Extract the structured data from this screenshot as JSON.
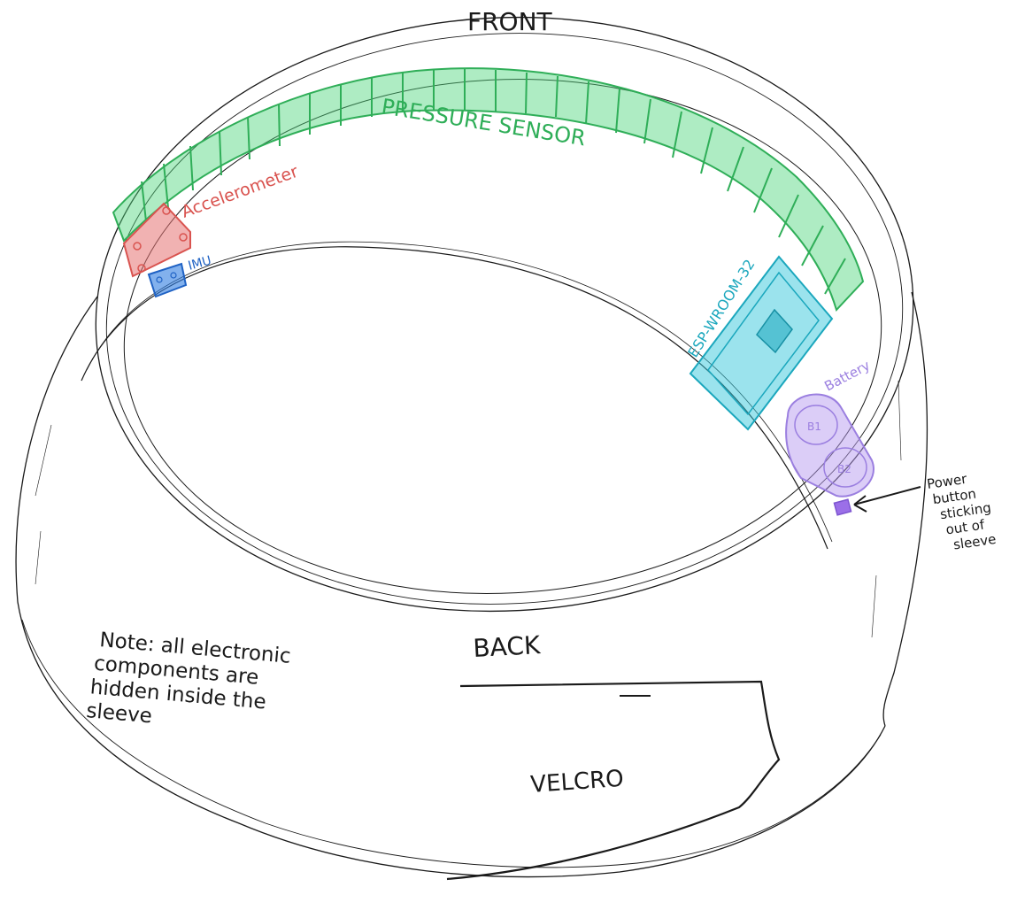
{
  "labels": {
    "front": "FRONT",
    "back": "BACK",
    "pressure_sensor": "PRESSURE SENSOR",
    "accelerometer": "Accelerometer",
    "imu": "IMU",
    "esp": "ESP-WROOM-32",
    "battery": "Battery",
    "battery_cell_1": "B1",
    "battery_cell_2": "B2",
    "power_button": [
      "Power",
      "button",
      "sticking",
      "out of",
      "sleeve"
    ],
    "note": [
      "Note: all electronic",
      "components are",
      "hidden inside the",
      "sleeve"
    ],
    "velcro": "VELCRO"
  },
  "colors": {
    "outline": "#1a1a1a",
    "pressure_sensor": "#4cd47a",
    "accelerometer": "#e57373",
    "imu": "#2f7de1",
    "esp": "#38c8dc",
    "battery": "#b79cf0",
    "power_button": "#9b6fe8"
  }
}
